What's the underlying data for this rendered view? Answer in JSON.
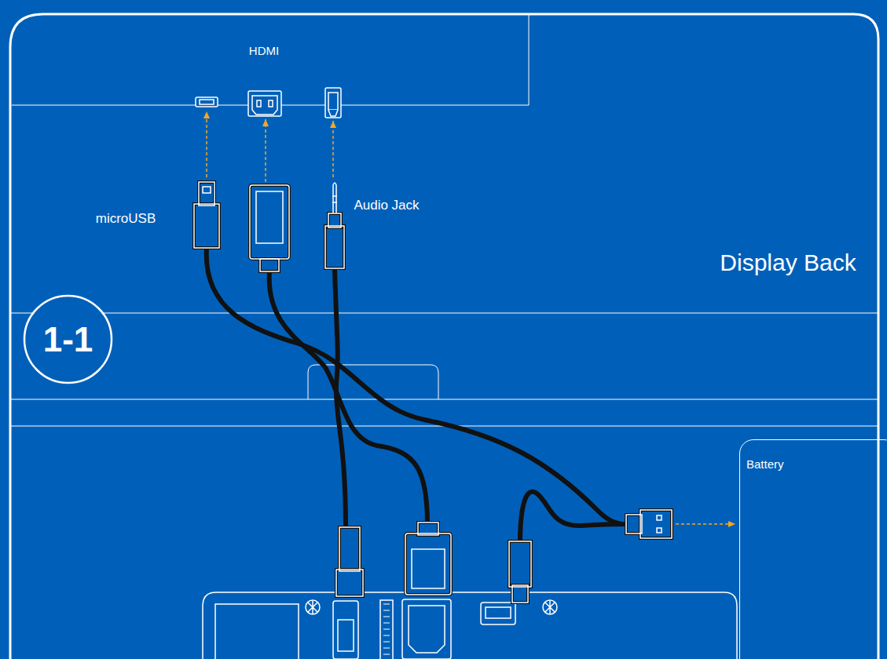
{
  "diagram": {
    "nodes": [
      {
        "text": [
          "1-1"
        ]
      },
      {
        "text": [
          "Battery"
        ]
      }
    ],
    "labels": [
      "HDMI",
      "microUSB",
      "Audio Jack",
      "Display Back"
    ]
  }
}
